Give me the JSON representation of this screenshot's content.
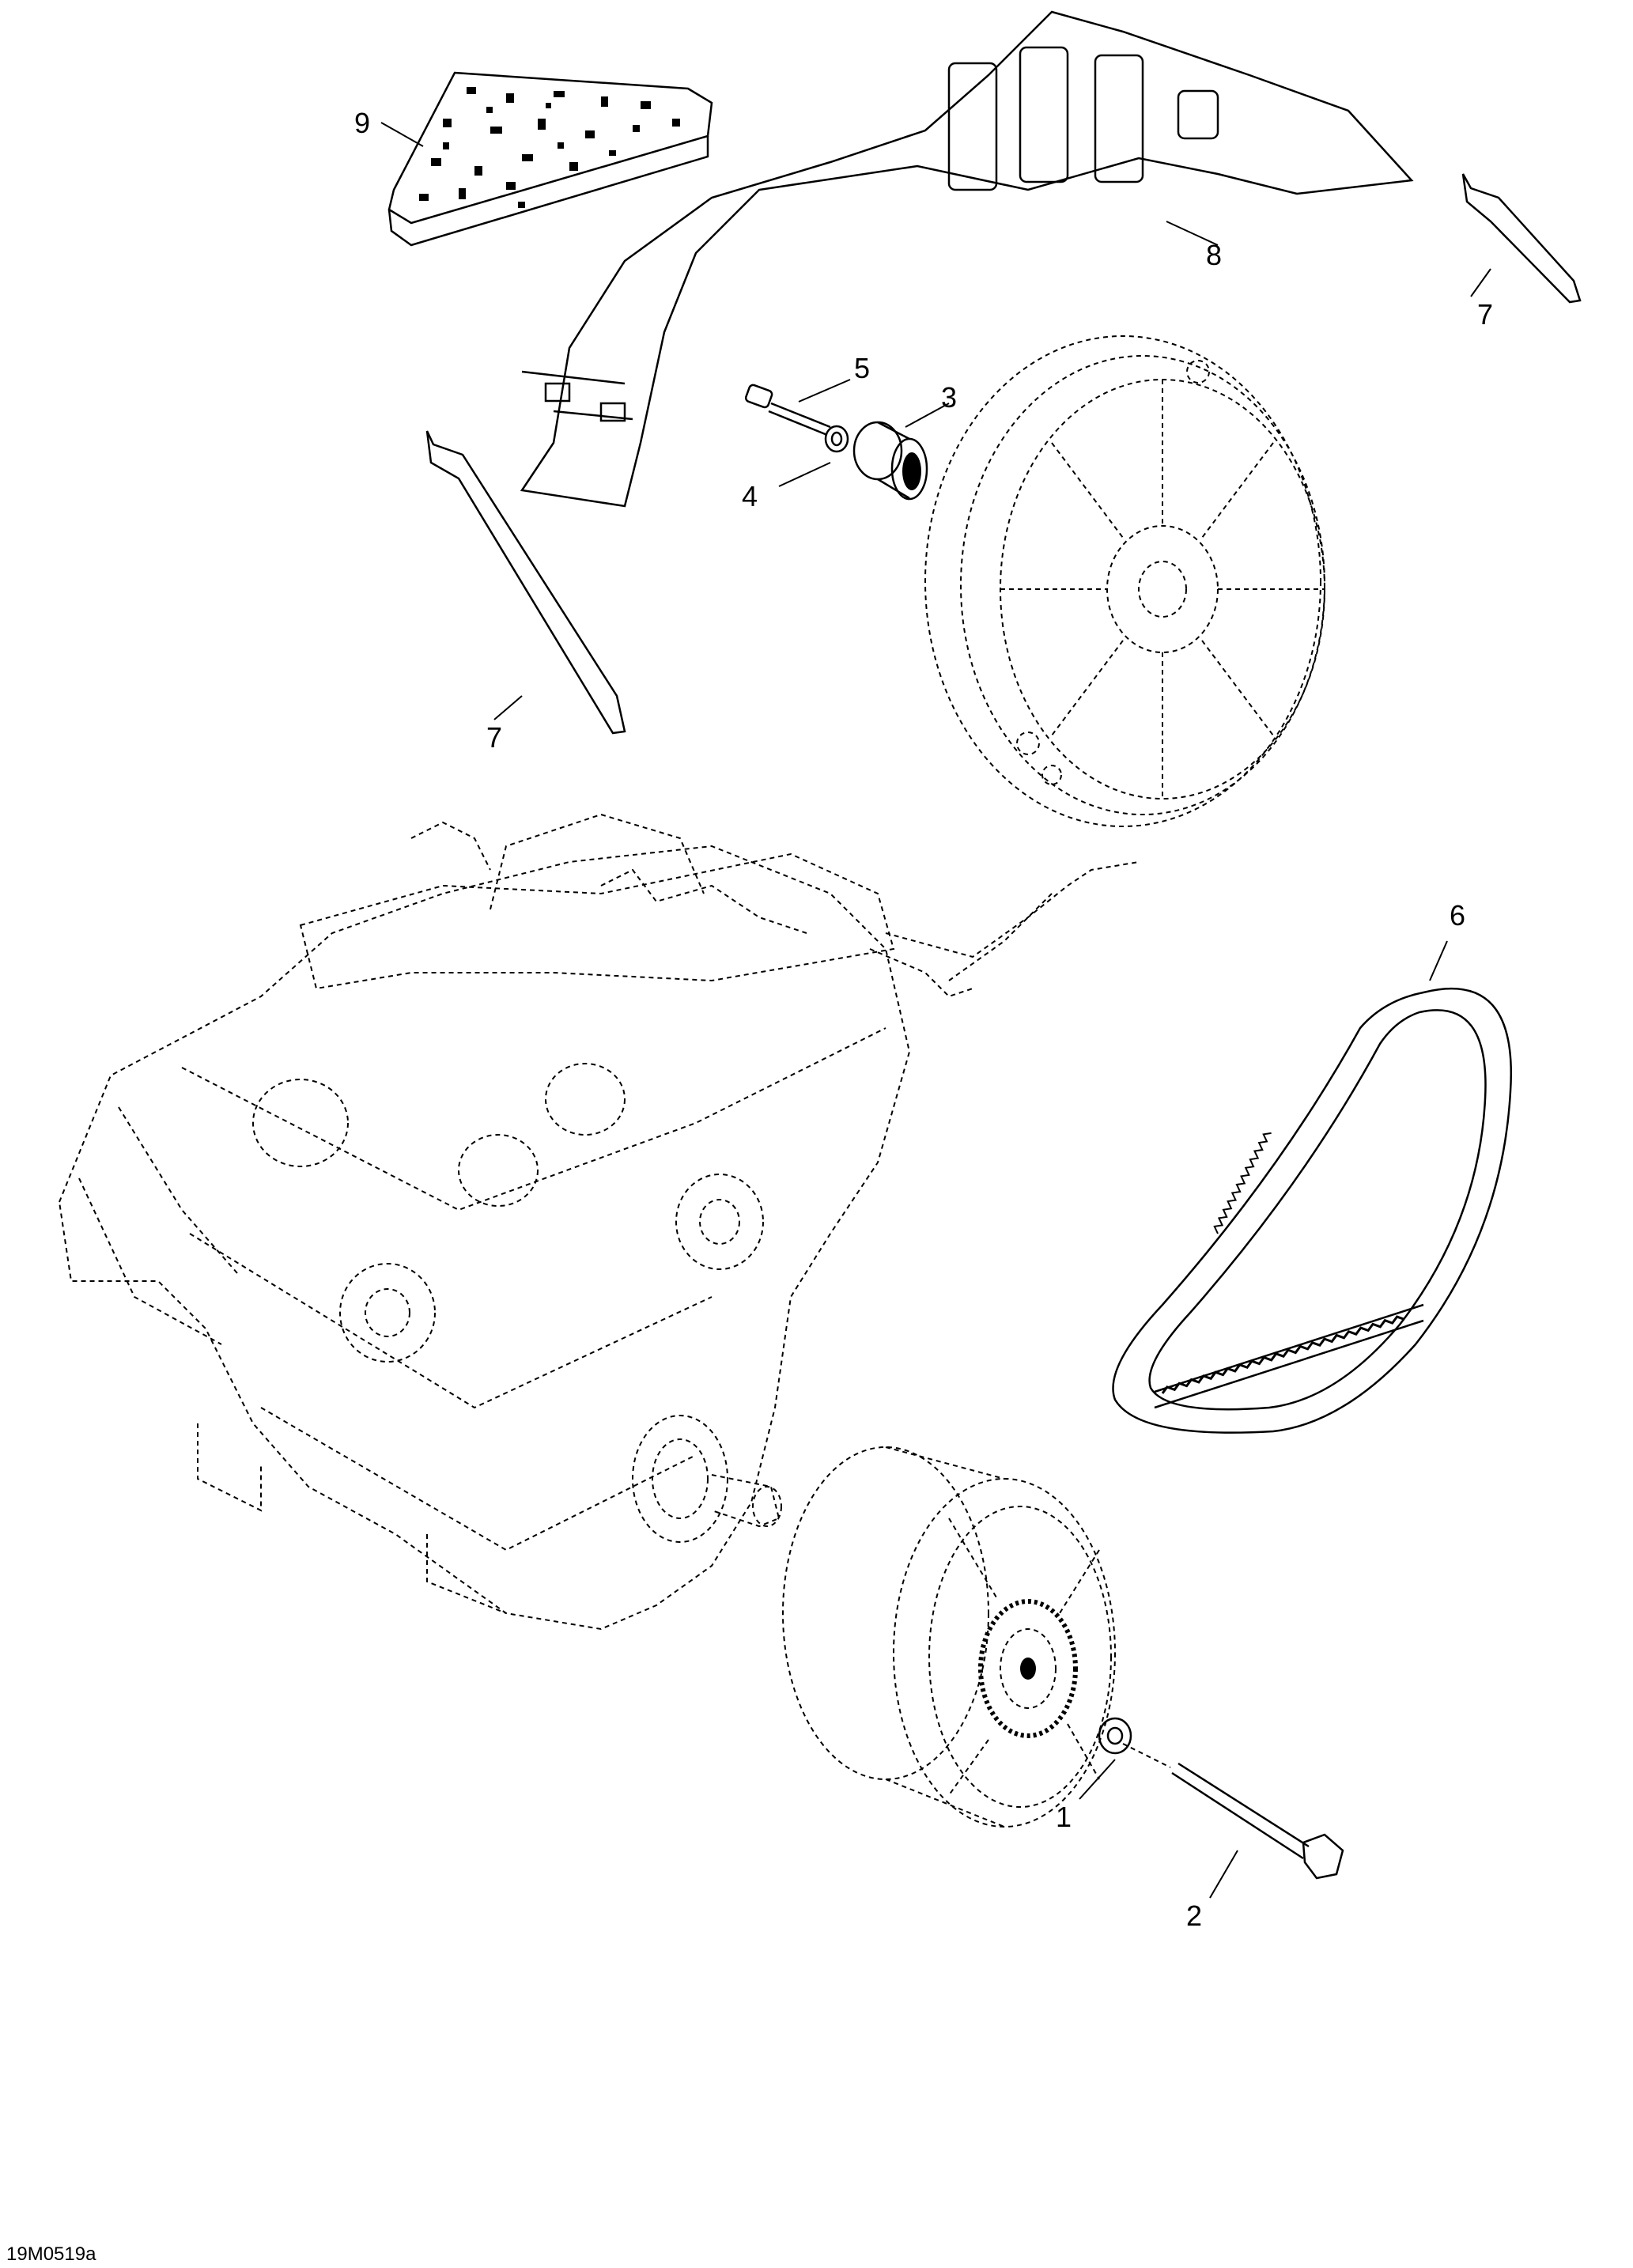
{
  "figure_id": "19M0519a",
  "callouts": {
    "c1": "1",
    "c2": "2",
    "c3": "3",
    "c4": "4",
    "c5": "5",
    "c6": "6",
    "c7a": "7",
    "c7b": "7",
    "c8": "8",
    "c9": "9"
  },
  "parts": [
    {
      "callout": "1",
      "icon": "washer-icon"
    },
    {
      "callout": "2",
      "icon": "bolt-icon"
    },
    {
      "callout": "3",
      "icon": "spacer-icon"
    },
    {
      "callout": "4",
      "icon": "washer-icon"
    },
    {
      "callout": "5",
      "icon": "screw-icon"
    },
    {
      "callout": "6",
      "icon": "drive-belt-icon"
    },
    {
      "callout": "7",
      "icon": "clip-icon"
    },
    {
      "callout": "8",
      "icon": "belt-guard-icon"
    },
    {
      "callout": "9",
      "icon": "label-icon"
    }
  ]
}
